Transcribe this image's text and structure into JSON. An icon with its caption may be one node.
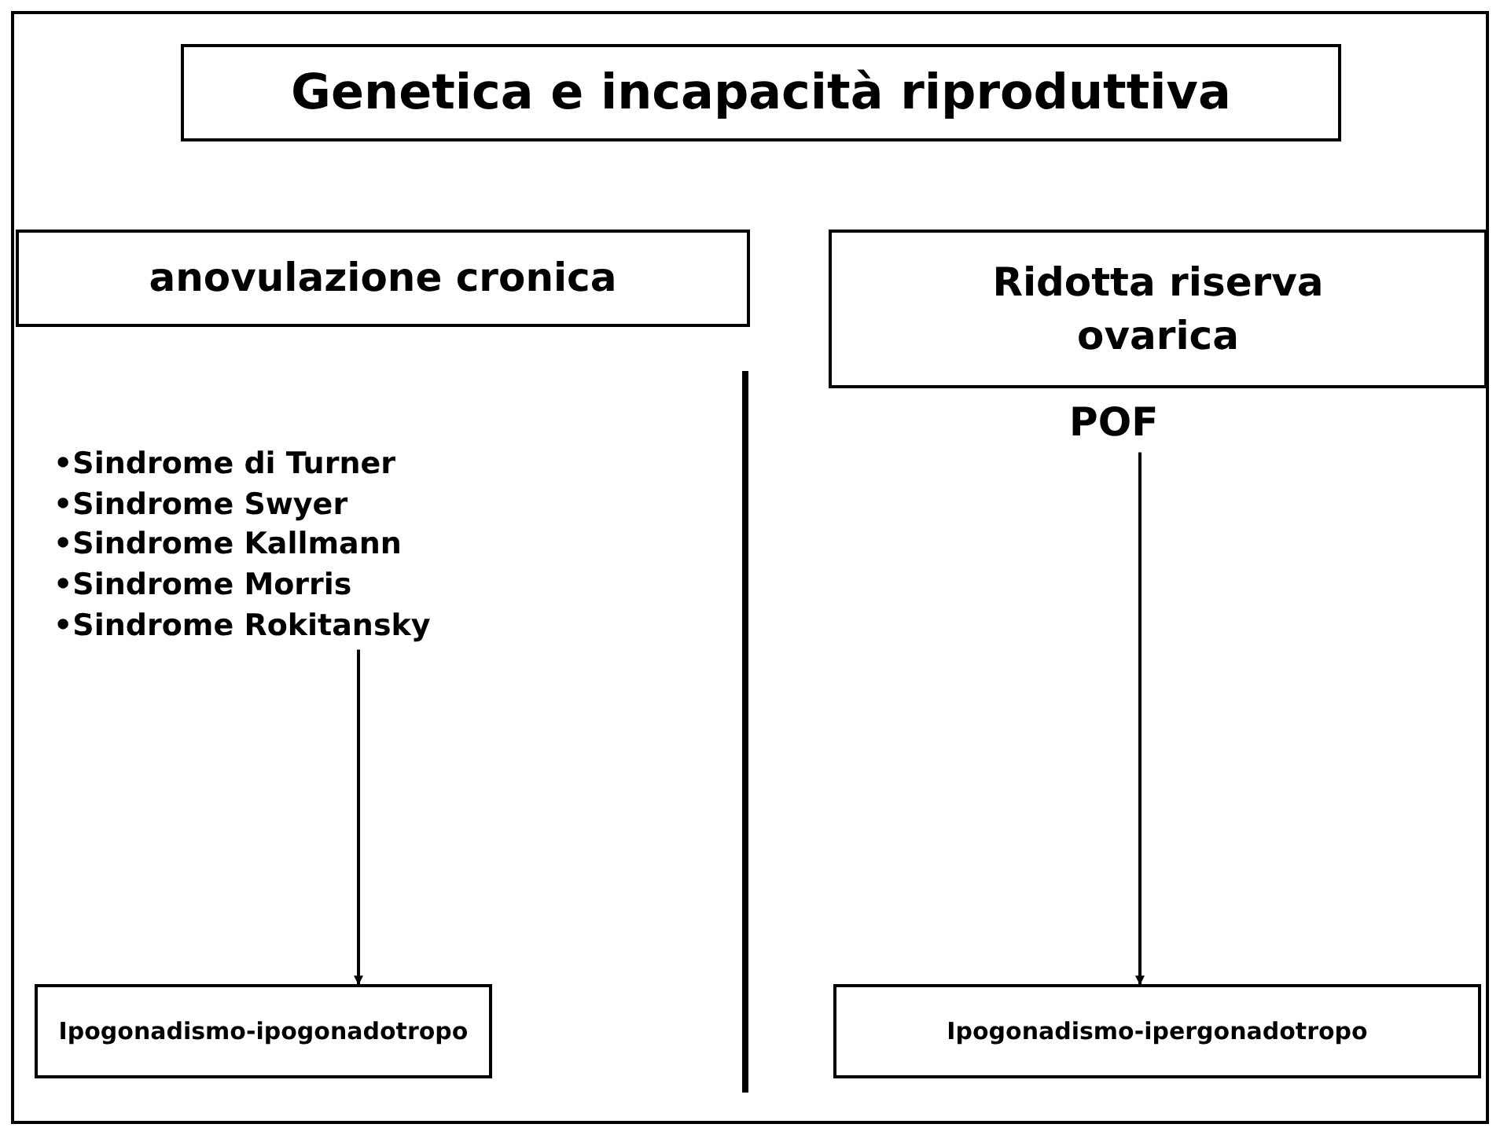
{
  "diagram": {
    "title": "Genetica e incapacità riproduttiva",
    "nodes": [
      {
        "text": [
          "anovulazione cronica"
        ]
      },
      {
        "text": [
          "Ridotta riserva ovarica"
        ]
      },
      {
        "text": [
          "•Sindrome di Turner",
          "•Sindrome Swyer",
          "•Sindrome Kallmann",
          "•Sindrome Morris",
          "•Sindrome Rokitansky"
        ]
      },
      {
        "text": [
          "POF"
        ]
      },
      {
        "text": [
          "Ipogonadismo-ipogonadotropo"
        ]
      },
      {
        "text": [
          "Ipogonadismo-ipergonadotropo"
        ]
      }
    ],
    "edges": [
      {
        "from": 2,
        "to": 4,
        "arrow": "to"
      },
      {
        "from": 3,
        "to": 5,
        "arrow": "to"
      }
    ]
  }
}
